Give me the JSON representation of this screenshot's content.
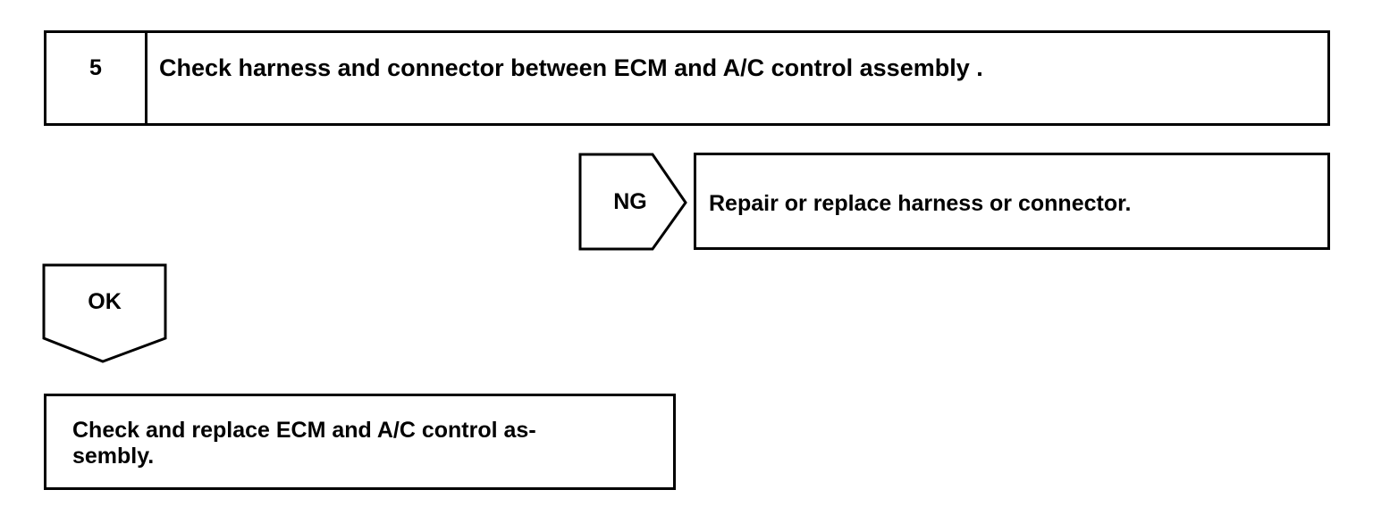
{
  "step": {
    "number": "5",
    "title": "Check harness and connector between ECM and A/C control assembly ."
  },
  "ng_branch": {
    "label": "NG",
    "action": "Repair or replace harness or connector."
  },
  "ok_branch": {
    "label": "OK"
  },
  "final_step": {
    "text": "Check and replace ECM and A/C control as-\nsembly."
  }
}
